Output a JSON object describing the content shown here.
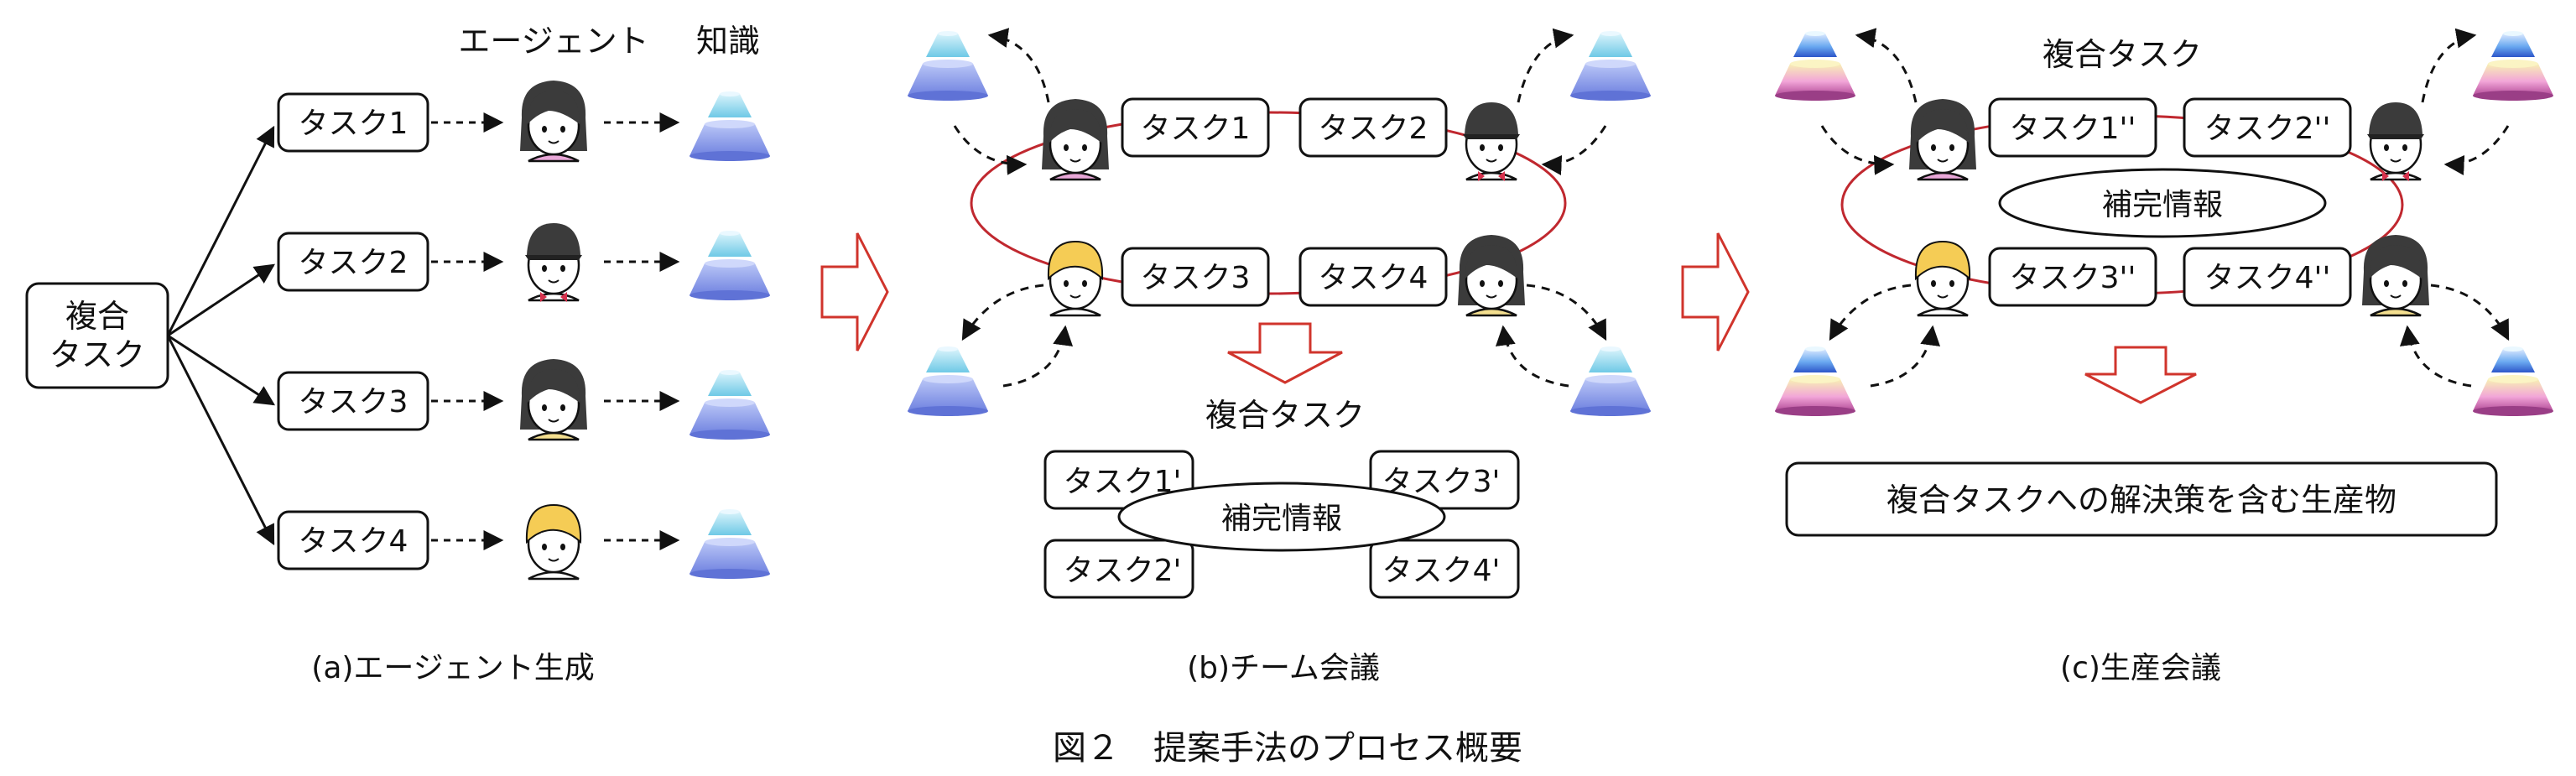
{
  "panel_a": {
    "compound_task": [
      "複合",
      "タスク"
    ],
    "header_agent": "エージェント",
    "header_knowledge": "知識",
    "tasks": [
      "タスク1",
      "タスク2",
      "タスク3",
      "タスク4"
    ],
    "caption": "(a)エージェント生成"
  },
  "panel_b": {
    "tasks": [
      "タスク1",
      "タスク2",
      "タスク3",
      "タスク4"
    ],
    "result_title": "複合タスク",
    "result_tasks": [
      "タスク1'",
      "タスク3'",
      "タスク2'",
      "タスク4'"
    ],
    "info": "補完情報",
    "caption": "(b)チーム会議"
  },
  "panel_c": {
    "title": "複合タスク",
    "tasks": [
      "タスク1''",
      "タスク2''",
      "タスク3''",
      "タスク4''"
    ],
    "info": "補完情報",
    "product": "複合タスクへの解決策を含む生産物",
    "caption": "(c)生産会議"
  },
  "figure_caption": "図２　提案手法のプロセス概要",
  "colors": {
    "arrow_red": "#d0342c",
    "cone_blue": "#7b8fe6",
    "cone_cyan": "#8fd7ee",
    "cone_pink": "#e9a7d8",
    "cone_yellow": "#f4df8f",
    "hair_dark": "#3b3b3b",
    "hair_blonde": "#f5cc55",
    "bow_red": "#d8324d"
  }
}
